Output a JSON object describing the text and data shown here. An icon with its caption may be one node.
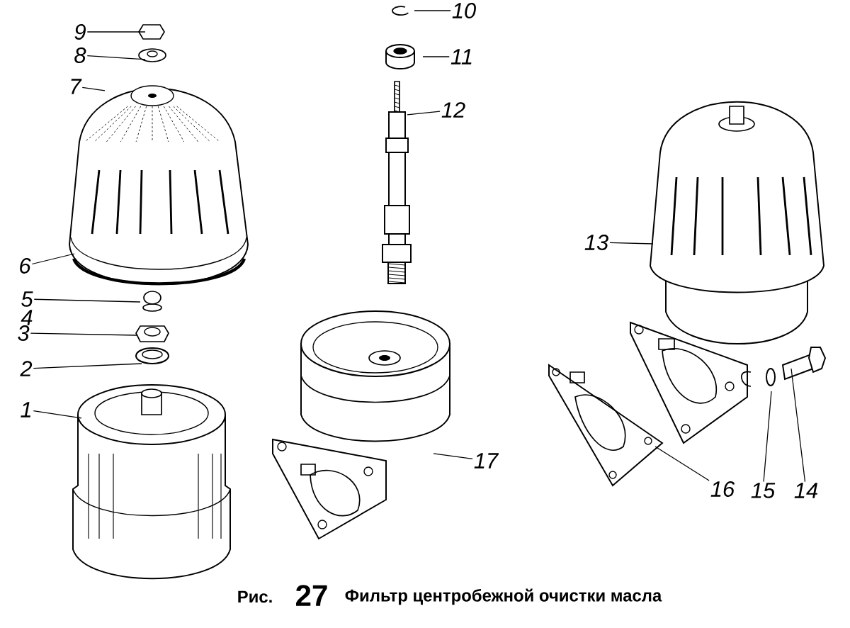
{
  "diagram": {
    "caption": "Фильтр центробежной очистки масла",
    "nodes": [
      {
        "text": [
          "1"
        ]
      },
      {
        "text": [
          "2"
        ]
      },
      {
        "text": [
          "3"
        ]
      },
      {
        "text": [
          "5"
        ]
      },
      {
        "text": [
          "6"
        ]
      },
      {
        "text": [
          "7"
        ]
      },
      {
        "text": [
          "8"
        ]
      },
      {
        "text": [
          "9"
        ]
      },
      {
        "text": [
          "10"
        ]
      },
      {
        "text": [
          "11"
        ]
      },
      {
        "text": [
          "12"
        ]
      },
      {
        "text": [
          "13"
        ]
      },
      {
        "text": [
          "14"
        ]
      },
      {
        "text": [
          "15"
        ]
      },
      {
        "text": [
          "16"
        ]
      },
      {
        "text": [
          "17"
        ]
      }
    ],
    "edges": [
      {
        "from": 0,
        "to": null,
        "arrow": "none"
      },
      {
        "from": 1,
        "to": null,
        "arrow": "none"
      },
      {
        "from": 2,
        "to": null,
        "arrow": "none"
      },
      {
        "from": 3,
        "to": null,
        "arrow": "none"
      },
      {
        "from": 4,
        "to": null,
        "arrow": "none"
      },
      {
        "from": 5,
        "to": null,
        "arrow": "none"
      },
      {
        "from": 6,
        "to": null,
        "arrow": "none"
      },
      {
        "from": 7,
        "to": null,
        "arrow": "none"
      },
      {
        "from": 8,
        "to": null,
        "arrow": "none"
      },
      {
        "from": 9,
        "to": null,
        "arrow": "none"
      },
      {
        "from": 10,
        "to": null,
        "arrow": "none"
      },
      {
        "from": 11,
        "to": null,
        "arrow": "none"
      },
      {
        "from": 12,
        "to": null,
        "arrow": "none"
      },
      {
        "from": 13,
        "to": null,
        "arrow": "none"
      },
      {
        "from": 14,
        "to": null,
        "arrow": "none"
      },
      {
        "from": 15,
        "to": null,
        "arrow": "none"
      }
    ],
    "labels": [
      "4",
      "Рис.",
      "27"
    ]
  }
}
